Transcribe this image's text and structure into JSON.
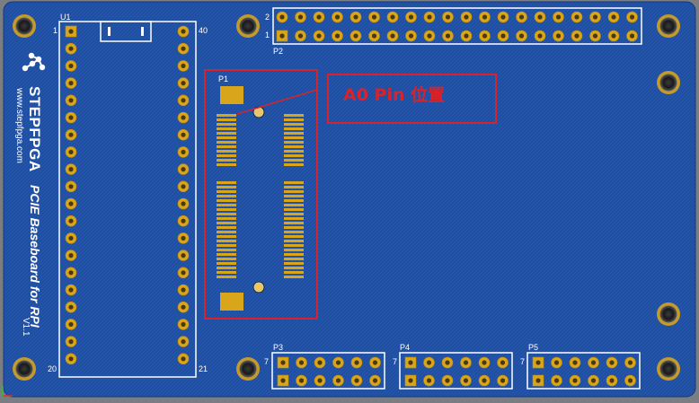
{
  "board": {
    "brand": "STEPFPGA",
    "website": "www.stepfpga.com",
    "title": "PCIE Baseboard for RPI",
    "version": "V1.1",
    "colors": {
      "board": "#1f4fa3",
      "pad": "#d9a51a",
      "silk": "#ffffff",
      "highlight": "#d9232a"
    }
  },
  "labels": {
    "u1": "U1",
    "u1_pin1": "1",
    "u1_pin40": "40",
    "u1_pin20": "20",
    "u1_pin21": "21",
    "p1": "P1",
    "p2": "P2",
    "p2_row2": "2",
    "p2_row1": "1",
    "p3": "P3",
    "p3_pin7": "7",
    "p4": "P4",
    "p4_pin7": "7",
    "p5": "P5",
    "p5_pin7": "7"
  },
  "callout": {
    "text": "A0 Pin 位置"
  }
}
